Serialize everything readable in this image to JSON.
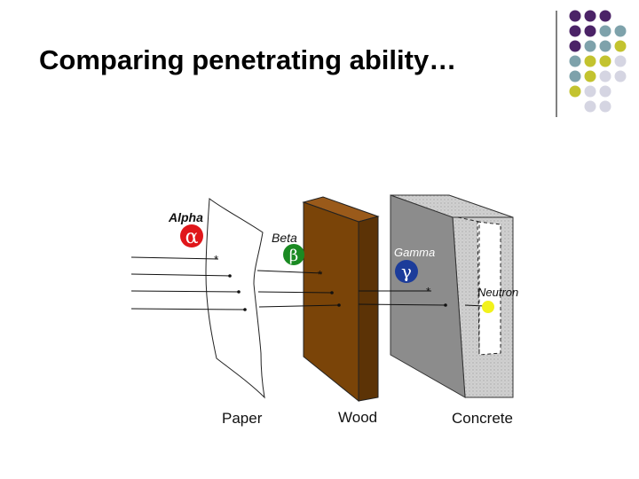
{
  "slide": {
    "title": "Comparing penetrating ability…"
  },
  "decoration": {
    "dot_colors": {
      "purple": "#4b2367",
      "teal": "#7ea2ab",
      "olive": "#c3c32f",
      "lavender": "#d5d5e2"
    }
  },
  "diagram": {
    "radiations": {
      "alpha": {
        "label": "Alpha",
        "symbol": "α",
        "color": "#e0161a"
      },
      "beta": {
        "label": "Beta",
        "symbol": "β",
        "color": "#1a8a22"
      },
      "gamma": {
        "label": "Gamma",
        "symbol": "γ",
        "color": "#1c3c9a"
      },
      "neutron": {
        "label": "Neutron",
        "color": "#f2f21c"
      }
    },
    "barriers": {
      "paper": "Paper",
      "wood": "Wood",
      "concrete": "Concrete"
    },
    "colors": {
      "wood": "#7a4408",
      "concrete": "#8c8c8c"
    }
  }
}
